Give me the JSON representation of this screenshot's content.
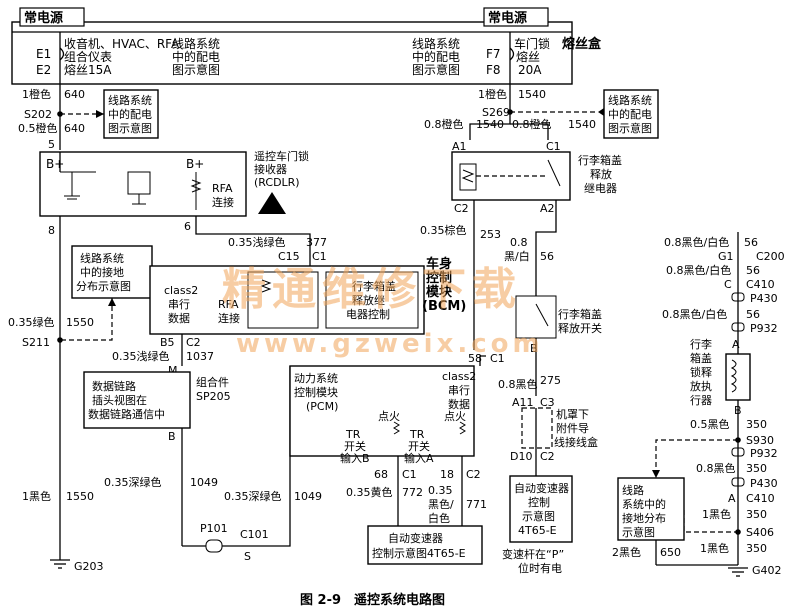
{
  "labels": {
    "power_left": "常电源",
    "power_right": "常电源",
    "fuse_left_1": "收音机、HVAC、RFA",
    "fuse_left_2": "组合仪表",
    "fuse_left_3": "熔丝15A",
    "e1": "E1",
    "e2": "E2",
    "ref_dist_1": "线路系统",
    "ref_dist_2": "中的配电",
    "ref_dist_3": "图示意图",
    "fuse_right_1": "车门锁",
    "fuse_right_2": "熔丝",
    "fuse_right_3": "20A",
    "f7": "F7",
    "f8": "F8",
    "fuse_box": "熔丝盒",
    "w_1_orange": "1橙色",
    "w_05_orange": "0.5橙色",
    "w_08_orange": "0.8橙色",
    "n640a": "640",
    "n640b": "640",
    "n1540a": "1540",
    "n1540b": "1540",
    "n1540c": "1540",
    "s202": "S202",
    "s269": "S269",
    "n5": "5",
    "bplus_1": "B+",
    "bplus_2": "B+",
    "rfa_1": "RFA",
    "rfa_2": "连接",
    "rcdlr_1": "遥控车门锁",
    "rcdlr_2": "接收器",
    "rcdlr_3": "(RCDLR)",
    "n8": "8",
    "n6": "6",
    "a1": "A1",
    "c1a": "C1",
    "relay_1": "行李箱盖",
    "relay_2": "释放",
    "relay_3": "继电器",
    "c2a": "C2",
    "a2": "A2",
    "w_035_brown": "0.35棕色",
    "n253": "253",
    "w_035_lgreen_a": "0.35浅绿色",
    "n377": "377",
    "c15": "C15",
    "c1b": "C1",
    "ground_ref_1": "线路系统",
    "ground_ref_2": "中的接地",
    "ground_ref_3": "分布示意图",
    "class2_1": "class2",
    "class2_2": "串行",
    "class2_3": "数据",
    "rfa_3": "RFA",
    "rfa_4": "连接",
    "bcm_1": "车身",
    "bcm_2": "控制",
    "bcm_3": "模块",
    "bcm_4": "(BCM)",
    "bcm_inner_1": "行李箱盖",
    "bcm_inner_2": "释放继",
    "bcm_inner_3": "电器控制",
    "w_08_bw": "0.8",
    "w_08_bw2": "黑/白",
    "n56a": "56",
    "w_035_green": "0.35绿色",
    "n1550a": "1550",
    "s211": "S211",
    "b5": "B5",
    "c2b": "C2",
    "w_035_lgreen_b": "0.35浅绿色",
    "n1037": "1037",
    "m": "M",
    "dlc_1": "数据链路",
    "dlc_2": "插头视图在",
    "dlc_3": "数据链路通信中",
    "assembly_1": "组合件",
    "assembly_2": "SP205",
    "b_a": "B",
    "pcm_1": "动力系统",
    "pcm_2": "控制模块",
    "pcm_3": "(PCM)",
    "n58": "58",
    "c1c": "C1",
    "class2b_1": "class2",
    "class2b_2": "串行",
    "class2b_3": "数据",
    "trunk_sw_1": "行李箱盖",
    "trunk_sw_2": "释放开关",
    "b_b": "B",
    "n275": "275",
    "w_08_black": "0.8黑色",
    "a11": "A11",
    "c3": "C3",
    "hood_1": "机罩下",
    "hood_2": "附件导",
    "hood_3": "线接线盒",
    "d10": "D10",
    "c2c": "C2",
    "ign_1": "点火",
    "ign_2": "点火",
    "tr_b_1": "TR",
    "tr_b_2": "开关",
    "tr_b_3": "输入B",
    "tr_a_1": "TR",
    "tr_a_2": "开关",
    "tr_a_3": "输入A",
    "n68": "68",
    "c1d": "C1",
    "n18": "18",
    "c2d": "C2",
    "w_035_yellow": "0.35黄色",
    "n772": "772",
    "w_035_bw_1": "0.35",
    "w_035_bw_2": "黑色/",
    "w_035_bw_3": "白色",
    "n771": "771",
    "trans_ref_1": "自动变速器",
    "trans_ref_2": "控制示意图4T65-E",
    "trans_ref2_1": "自动变速器",
    "trans_ref2_2": "控制",
    "trans_ref2_3": "示意图",
    "trans_ref2_4": "4T65-E",
    "gear_p_1": "变速杆在“P”",
    "gear_p_2": "位时有电",
    "w_1_black_a": "1黑色",
    "n1550b": "1550",
    "w_035_dgreen_a": "0.35深绿色",
    "n1049a": "1049",
    "w_035_dgreen_b": "0.35深绿色",
    "n1049b": "1049",
    "p101": "P101",
    "c101": "C101",
    "s_conn": "S",
    "g203": "G203",
    "r_wire_1": "0.8黑色/白色",
    "n56b": "56",
    "g1": "G1",
    "c200": "C200",
    "r_wire_2": "0.8黑色/白色",
    "n56c": "56",
    "c_r": "C",
    "c410a": "C410",
    "p430a": "P430",
    "r_wire_3": "0.8黑色/白色",
    "n56d": "56",
    "p932a": "P932",
    "a_r": "A",
    "actuator_1": "行李",
    "actuator_2": "箱盖",
    "actuator_3": "锁释",
    "actuator_4": "放执",
    "actuator_5": "行器",
    "b_r": "B",
    "w_05_black": "0.5黑色",
    "n350a": "350",
    "s930": "S930",
    "p932b": "P932",
    "w_08_black_r": "0.8黑色",
    "n350b": "350",
    "p430b": "P430",
    "a_r2": "A",
    "c410b": "C410",
    "w_1_black_b": "1黑色",
    "n350c": "350",
    "s406": "S406",
    "gdist_1": "线路",
    "gdist_2": "系统中的",
    "gdist_3": "接地分布",
    "gdist_4": "示意图",
    "w_2_black": "2黑色",
    "n650": "650",
    "w_1_black_c": "1黑色",
    "n350d": "350",
    "g402": "G402",
    "watermark_1": "精通维修下载",
    "watermark_2": "www.gzweix.com",
    "caption": "图 2-9　遥控系统电路图"
  }
}
